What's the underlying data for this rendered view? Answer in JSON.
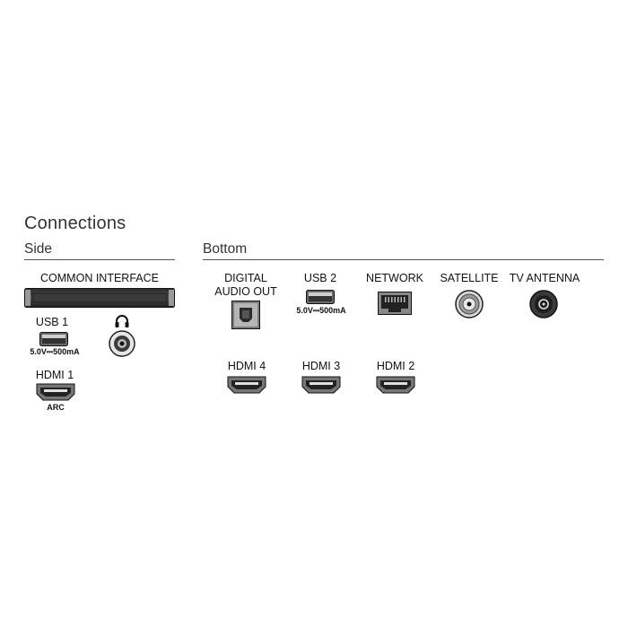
{
  "title": "Connections",
  "side": {
    "heading": "Side",
    "common_interface": "COMMON INTERFACE",
    "usb1": {
      "label": "USB 1",
      "rating": "5.0V⎓500mA"
    },
    "hdmi1": {
      "label": "HDMI 1",
      "sub": "ARC"
    },
    "headphone_icon": "headphone-icon"
  },
  "bottom": {
    "heading": "Bottom",
    "digital_audio_line1": "DIGITAL",
    "digital_audio_line2": "AUDIO OUT",
    "usb2": {
      "label": "USB 2",
      "rating": "5.0V⎓500mA"
    },
    "network": "NETWORK",
    "satellite": "SATELLITE",
    "tv_antenna": "TV ANTENNA",
    "hdmi4": "HDMI 4",
    "hdmi3": "HDMI 3",
    "hdmi2": "HDMI 2"
  }
}
